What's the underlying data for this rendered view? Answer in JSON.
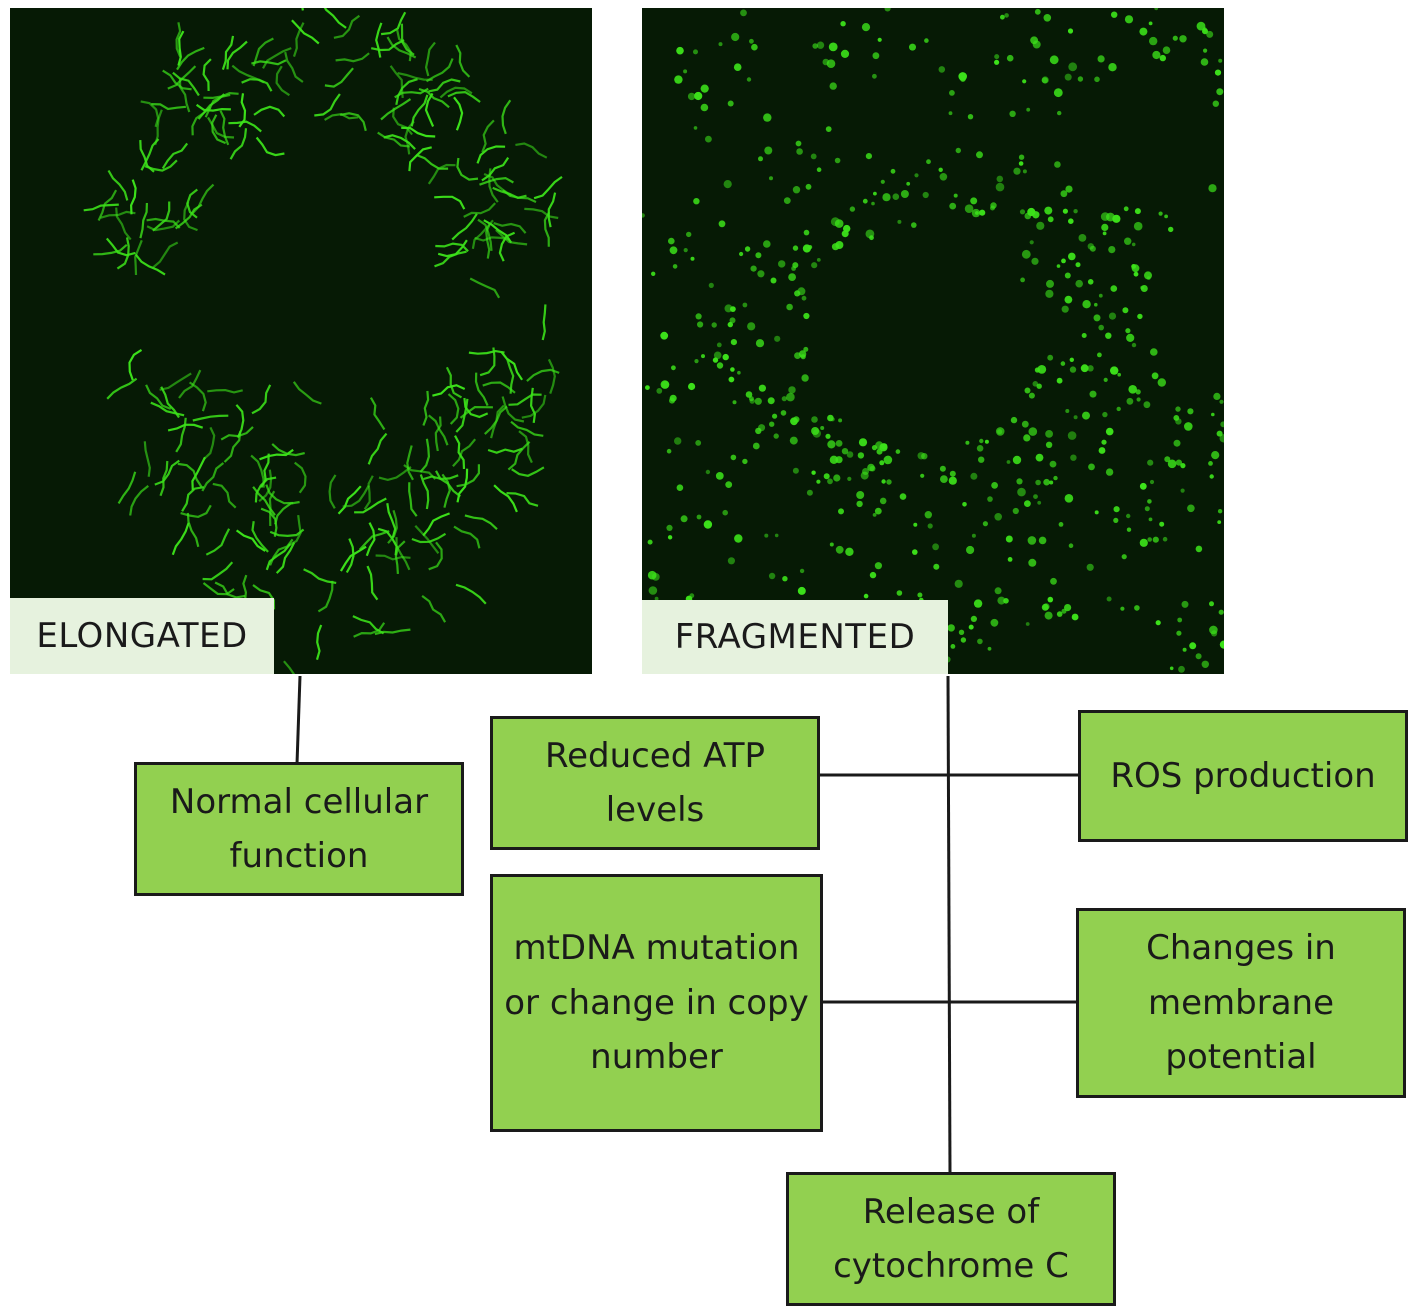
{
  "panels": {
    "elongated_label": "ELONGATED",
    "fragmented_label": "FRAGMENTED"
  },
  "boxes": {
    "normal": "Normal cellular function",
    "atp": "Reduced ATP levels",
    "ros": "ROS production",
    "mtdna": "mtDNA mutation or change in copy number",
    "membrane": "Changes in membrane potential",
    "cytochrome": "Release of cytochrome C"
  },
  "colors": {
    "box_fill": "#92d050",
    "box_border": "#1a1a1a",
    "label_fill": "#e6f2de",
    "micrograph_bg": "#061a05",
    "mito_green": "#3ce21a"
  }
}
